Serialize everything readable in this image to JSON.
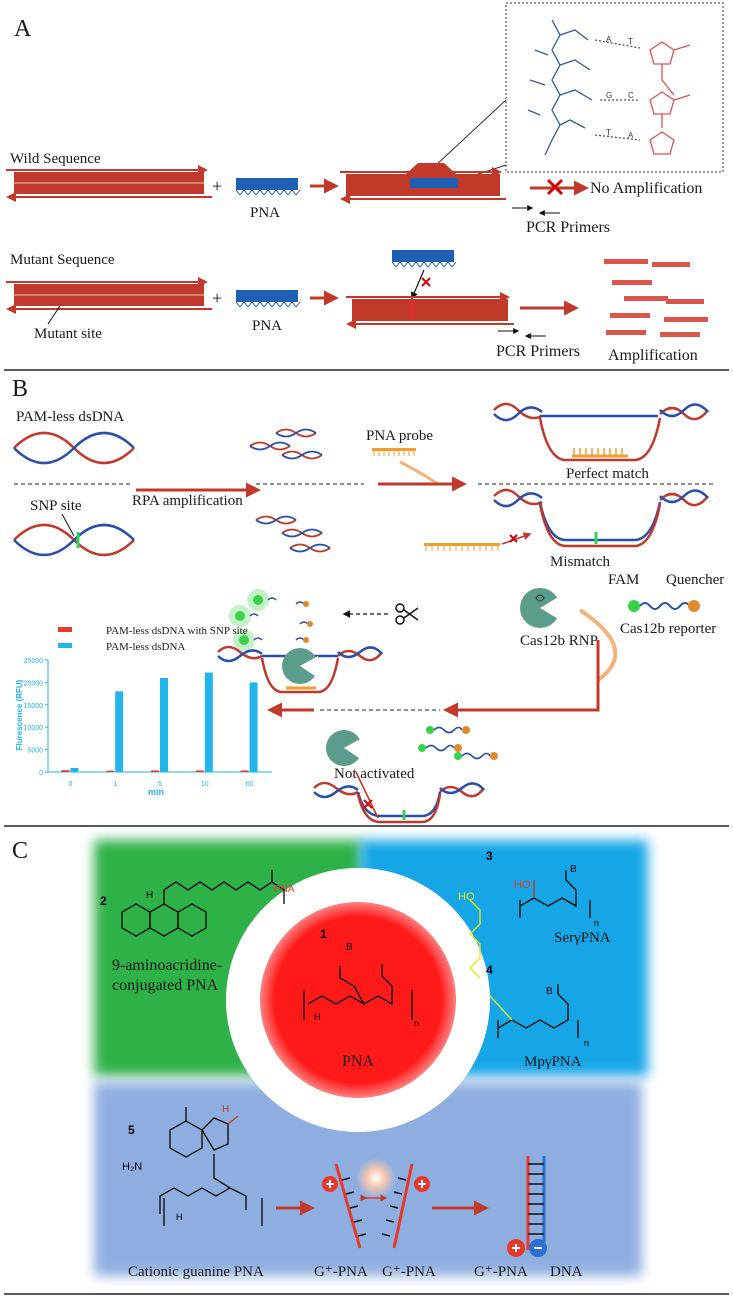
{
  "panels": {
    "a": {
      "letter": "A",
      "wild_sequence": "Wild Sequence",
      "pna": "PNA",
      "no_amplification": "No Amplification",
      "pcr_primers": "PCR Primers",
      "mutant_sequence": "Mutant Sequence",
      "mutant_site": "Mutant site",
      "pna2": "PNA",
      "pcr_primers2": "PCR Primers",
      "amplification": "Amplification",
      "plus1": "+",
      "plus2": "+",
      "inset_labels": [
        "A",
        "T",
        "G",
        "C",
        "T",
        "A"
      ]
    },
    "b": {
      "letter": "B",
      "pam_less": "PAM-less dsDNA",
      "snp_site": "SNP site",
      "rpa": "RPA amplification",
      "pna_probe": "PNA probe",
      "perfect_match": "Perfect match",
      "mismatch": "Mismatch",
      "fam": "FAM",
      "quencher": "Quencher",
      "cas12b_reporter": "Cas12b reporter",
      "cas12b_rnp": "Cas12b RNP",
      "not_activated": "Not activated"
    },
    "c": {
      "letter": "C",
      "n1": "1",
      "n2": "2",
      "n3": "3",
      "n4": "4",
      "n5": "5",
      "pna": "PNA",
      "acridine": "9-aminoacridine-",
      "acridine2": "conjugated PNA",
      "ser": "SerγPNA",
      "mp": "MpγPNA",
      "cationic": "Cationic guanine PNA",
      "gpna1": "G⁺-PNA",
      "gpna2": "G⁺-PNA",
      "gpna3": "G⁺-PNA",
      "dna": "DNA",
      "struct_b": "B",
      "struct_n": "n",
      "struct_ho": "HO",
      "struct_nh": "H",
      "struct_pna_red": "PNA",
      "struct_h2n": "H₂N"
    }
  },
  "chart_data": {
    "type": "bar",
    "categories": [
      "0",
      "1",
      "5",
      "10",
      "60"
    ],
    "series": [
      {
        "name": "PAM-less dsDNA with SNP site",
        "color": "#e8382c",
        "values": [
          400,
          300,
          350,
          350,
          350
        ]
      },
      {
        "name": "PAM-less dsDNA",
        "color": "#23b5ea",
        "values": [
          900,
          18000,
          21000,
          22200,
          20000
        ]
      }
    ],
    "yticks": [
      "0",
      "5000",
      "10000",
      "15000",
      "20000",
      "25000"
    ],
    "ylim": [
      0,
      25000
    ],
    "xlabel": "min",
    "ylabel": "Flurescence (RFU)",
    "legend": "top"
  }
}
